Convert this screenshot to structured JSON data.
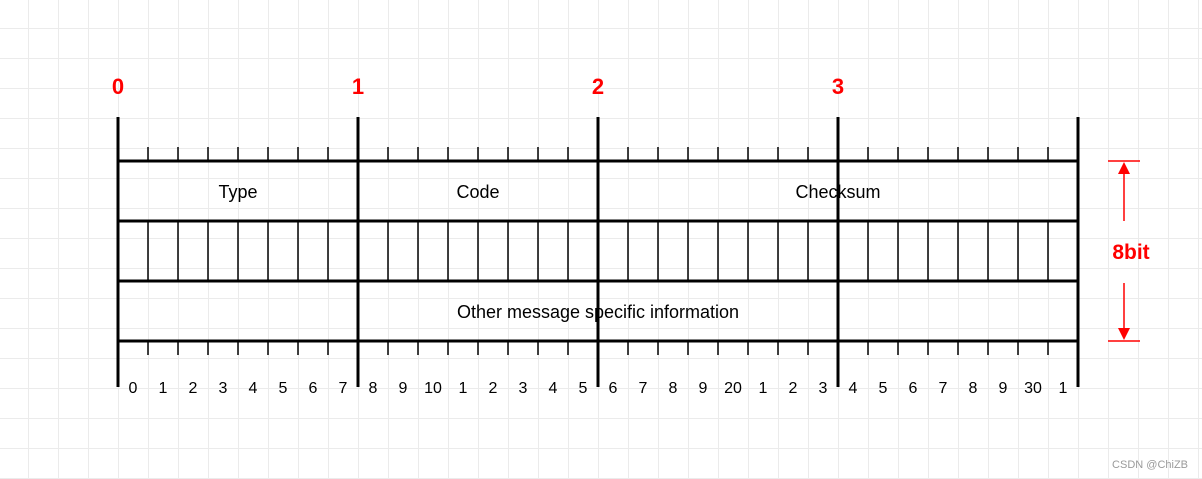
{
  "diagram": {
    "byte_offsets": [
      "0",
      "1",
      "2",
      "3"
    ],
    "fields_row1": [
      {
        "name": "Type",
        "bits": 8
      },
      {
        "name": "Code",
        "bits": 8
      },
      {
        "name": "Checksum",
        "bits": 16
      }
    ],
    "field_row3": "Other message specific information",
    "bit_numbers": [
      "0",
      "1",
      "2",
      "3",
      "4",
      "5",
      "6",
      "7",
      "8",
      "9",
      "10",
      "1",
      "2",
      "3",
      "4",
      "5",
      "6",
      "7",
      "8",
      "9",
      "20",
      "1",
      "2",
      "3",
      "4",
      "5",
      "6",
      "7",
      "8",
      "9",
      "30",
      "1"
    ],
    "size_label": "8bit",
    "accent_color": "#ff0000"
  },
  "watermark": "CSDN @ChiZB"
}
